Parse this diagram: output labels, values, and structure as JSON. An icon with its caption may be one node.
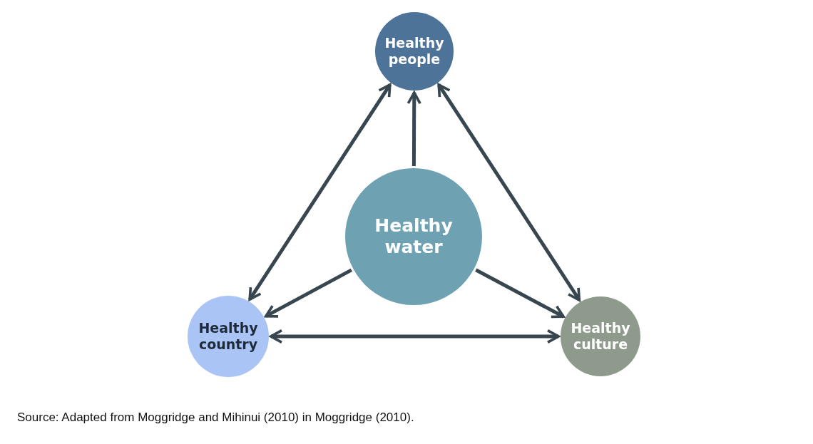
{
  "diagram": {
    "caption": "Source: Adapted from Moggridge and Mihinui (2010) in Moggridge (2010).",
    "nodes": [
      {
        "text": [
          "Healthy people"
        ]
      },
      {
        "text": [
          "Healthy water"
        ]
      },
      {
        "text": [
          "Healthy country"
        ]
      },
      {
        "text": [
          "Healthy culture"
        ]
      }
    ],
    "edges": [
      {
        "from": 1,
        "to": 0,
        "arrow": "to"
      },
      {
        "from": 1,
        "to": 2,
        "arrow": "to"
      },
      {
        "from": 1,
        "to": 3,
        "arrow": "to"
      },
      {
        "from": 0,
        "to": 2,
        "arrow": "both"
      },
      {
        "from": 0,
        "to": 3,
        "arrow": "both"
      },
      {
        "from": 2,
        "to": 3,
        "arrow": "both"
      }
    ]
  }
}
